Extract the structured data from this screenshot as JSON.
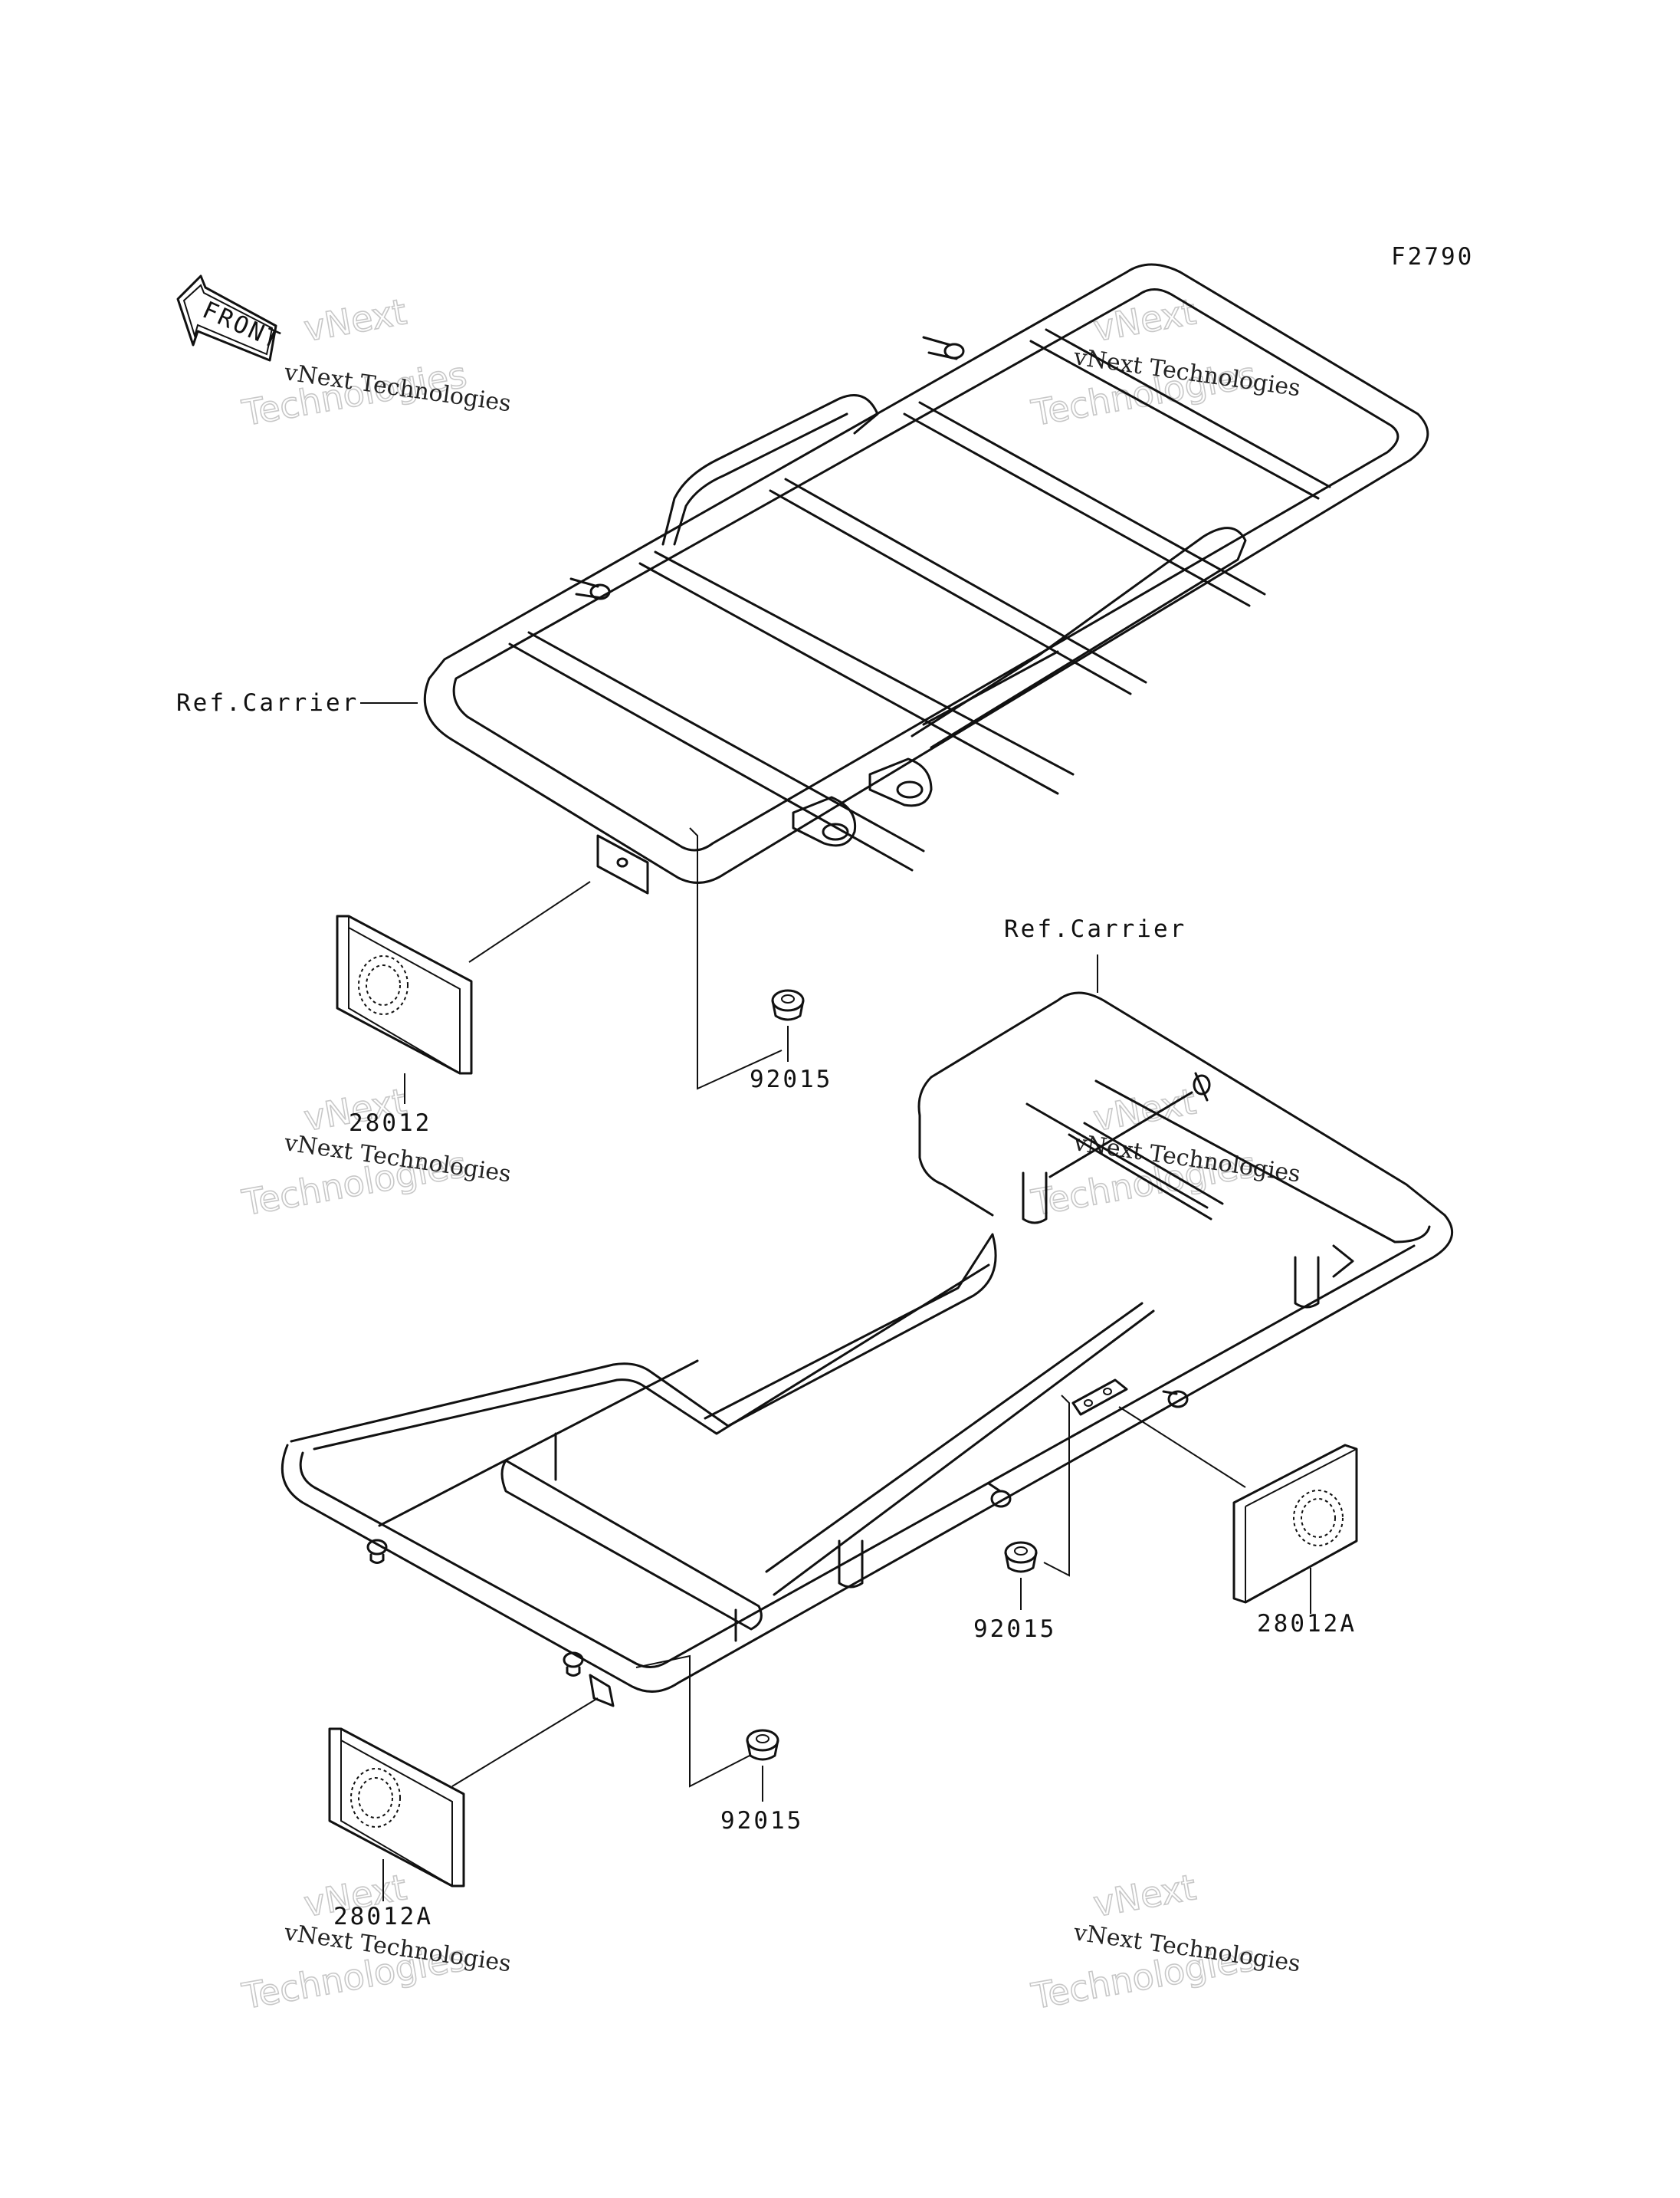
{
  "figure_code": "F2790",
  "front_arrow_label": "FRONT",
  "watermark": {
    "line1": "vNext Technologies",
    "line2": "Technologies",
    "line3": "vNext"
  },
  "callouts": {
    "ref_carrier_upper": "Ref.Carrier",
    "ref_carrier_lower": "Ref.Carrier",
    "reflector_front": "28012",
    "reflector_rear_right": "28012A",
    "reflector_rear_left": "28012A",
    "nut_upper": "92015",
    "nut_lower_mid": "92015",
    "nut_lower_left": "92015"
  }
}
